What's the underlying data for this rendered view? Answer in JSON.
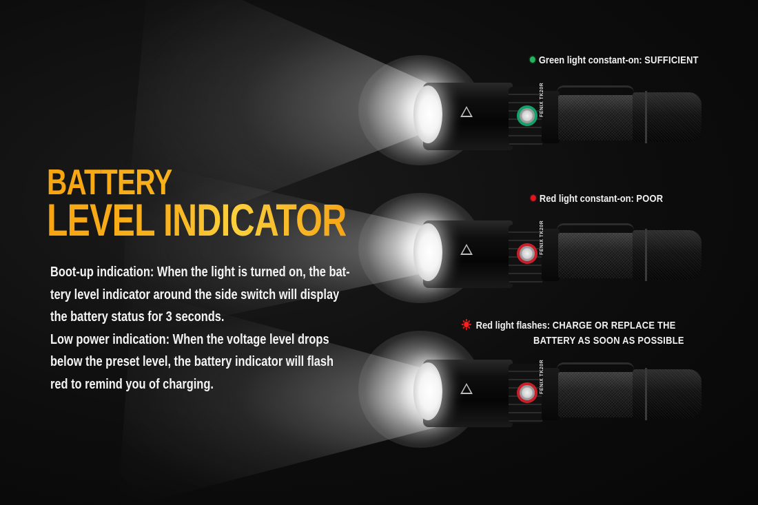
{
  "headline": {
    "line1": "BATTERY",
    "line2": "LEVEL INDICATOR"
  },
  "description": {
    "paragraphs": [
      "Boot-up indication: When the light is turned on, the bat-tery level indicator around the side switch will display the battery status for 3 seconds.",
      "Low power indication: When the voltage level drops below the preset level, the battery indicator will flash red to remind you of charging."
    ]
  },
  "indicators": [
    {
      "icon": "green-dot-icon",
      "color": "#22b55a",
      "label": "Green light constant-on:",
      "status": "SUFFICIENT",
      "switch_ring_color": "#13a06a"
    },
    {
      "icon": "red-dot-icon",
      "color": "#e0161e",
      "label": "Red light constant-on:",
      "status": "POOR",
      "switch_ring_color": "#c8202a"
    },
    {
      "icon": "red-flash-icon",
      "color": "#e0161e",
      "label": "Red light flashes:",
      "status_line1": "CHARGE OR REPLACE THE",
      "status_line2": "BATTERY AS SOON AS POSSIBLE",
      "switch_ring_color": "#c8202a"
    }
  ],
  "product": {
    "brand_mark": "FENIX TK20R"
  },
  "colors": {
    "background": "#0b0b0b",
    "headline_gradient": [
      "#f7a410",
      "#fad03e",
      "#f5a516"
    ],
    "body_text": "#f4f4f4"
  }
}
